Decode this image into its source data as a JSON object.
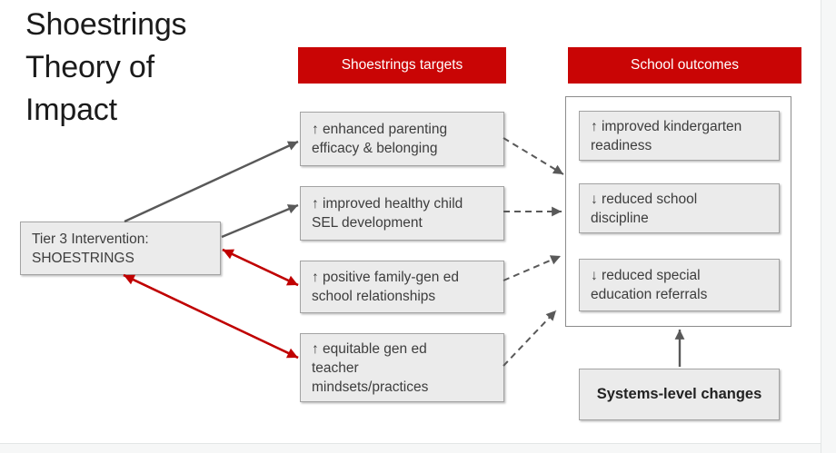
{
  "title": "Shoestrings Theory of Impact",
  "headers": {
    "targets": "Shoestrings targets",
    "outcomes": "School outcomes"
  },
  "intervention": "Tier 3 Intervention:\nSHOESTRINGS",
  "targets": [
    "↑ enhanced parenting\nefficacy & belonging",
    "↑ improved healthy child\nSEL development",
    "↑ positive family-gen ed\nschool relationships",
    "↑ equitable gen ed\nteacher\nmindsets/practices"
  ],
  "outcomes": [
    "↑ improved kindergarten\nreadiness",
    "↓ reduced school\ndiscipline",
    "↓ reduced special\neducation referrals"
  ],
  "systems_label": "Systems-level changes",
  "colors": {
    "accent_red": "#c90505",
    "box_fill": "#ebebeb",
    "box_border": "#a3a3a3",
    "group_border": "#8c8c8c",
    "arrow_gray": "#595959",
    "arrow_red": "#c00000",
    "text_dark": "#3d3d3d",
    "title_color": "#1b1b1b"
  }
}
